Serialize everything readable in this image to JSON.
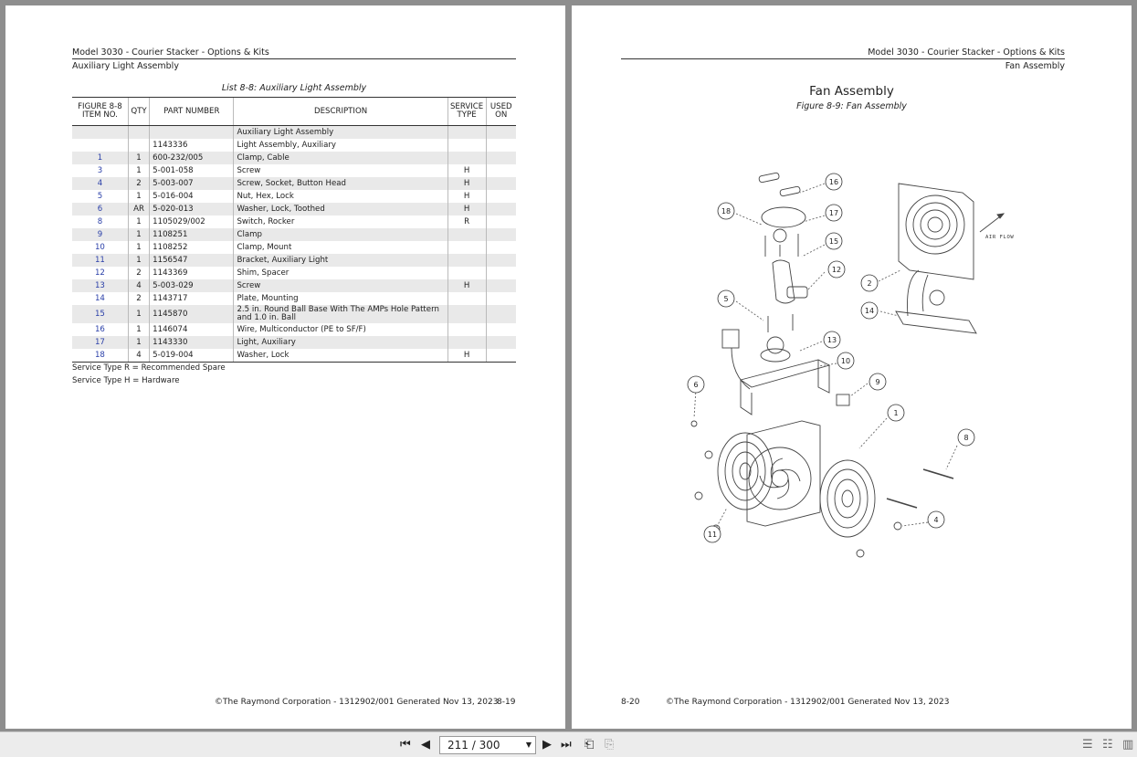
{
  "left_page": {
    "header_title": "Model 3030 - Courier Stacker - Options & Kits",
    "header_section": "Auxiliary Light Assembly",
    "list_caption": "List 8-8: Auxiliary Light Assembly",
    "columns": {
      "item_l1": "FIGURE 8-8",
      "item_l2": "ITEM NO.",
      "qty": "QTY",
      "part": "PART NUMBER",
      "desc": "DESCRIPTION",
      "svc_l1": "SERVICE",
      "svc_l2": "TYPE",
      "used_l1": "USED",
      "used_l2": "ON"
    },
    "rows": [
      {
        "item": "",
        "qty": "",
        "part": "",
        "desc": "Auxiliary Light Assembly",
        "svc": ""
      },
      {
        "item": "",
        "qty": "",
        "part": "1143336",
        "desc": "Light Assembly, Auxiliary",
        "svc": ""
      },
      {
        "item": "1",
        "qty": "1",
        "part": "600-232/005",
        "desc": "Clamp, Cable",
        "svc": ""
      },
      {
        "item": "3",
        "qty": "1",
        "part": "5-001-058",
        "desc": "Screw",
        "svc": "H"
      },
      {
        "item": "4",
        "qty": "2",
        "part": "5-003-007",
        "desc": "Screw, Socket, Button Head",
        "svc": "H"
      },
      {
        "item": "5",
        "qty": "1",
        "part": "5-016-004",
        "desc": "Nut, Hex, Lock",
        "svc": "H"
      },
      {
        "item": "6",
        "qty": "AR",
        "part": "5-020-013",
        "desc": "Washer, Lock, Toothed",
        "svc": "H"
      },
      {
        "item": "8",
        "qty": "1",
        "part": "1105029/002",
        "desc": "Switch, Rocker",
        "svc": "R"
      },
      {
        "item": "9",
        "qty": "1",
        "part": "1108251",
        "desc": "Clamp",
        "svc": ""
      },
      {
        "item": "10",
        "qty": "1",
        "part": "1108252",
        "desc": "Clamp, Mount",
        "svc": ""
      },
      {
        "item": "11",
        "qty": "1",
        "part": "1156547",
        "desc": "Bracket, Auxiliary Light",
        "svc": ""
      },
      {
        "item": "12",
        "qty": "2",
        "part": "1143369",
        "desc": "Shim, Spacer",
        "svc": ""
      },
      {
        "item": "13",
        "qty": "4",
        "part": "5-003-029",
        "desc": "Screw",
        "svc": "H"
      },
      {
        "item": "14",
        "qty": "2",
        "part": "1143717",
        "desc": "Plate, Mounting",
        "svc": ""
      },
      {
        "item": "15",
        "qty": "1",
        "part": "1145870",
        "desc": "2.5 in. Round Ball Base With The AMPs Hole Pattern and 1.0 in. Ball",
        "svc": ""
      },
      {
        "item": "16",
        "qty": "1",
        "part": "1146074",
        "desc": "Wire, Multiconductor (PE to SF/F)",
        "svc": ""
      },
      {
        "item": "17",
        "qty": "1",
        "part": "1143330",
        "desc": "Light, Auxiliary",
        "svc": ""
      },
      {
        "item": "18",
        "qty": "4",
        "part": "5-019-004",
        "desc": "Washer, Lock",
        "svc": "H"
      }
    ],
    "note_r": "Service Type R = Recommended Spare",
    "note_h": "Service Type H = Hardware",
    "footer_text": "©The Raymond Corporation - 1312902/001 Generated Nov 13, 2023",
    "page_number": "8-19"
  },
  "right_page": {
    "header_title": "Model 3030 - Courier Stacker - Options & Kits",
    "header_section": "Fan Assembly",
    "figure_title": "Fan Assembly",
    "figure_caption": "Figure 8-9: Fan Assembly",
    "airflow_label": "AIR FLOW",
    "callouts": [
      "16",
      "18",
      "17",
      "15",
      "12",
      "5",
      "2",
      "14",
      "13",
      "10",
      "9",
      "6",
      "1",
      "8",
      "4",
      "11"
    ],
    "footer_text": "©The Raymond Corporation - 1312902/001 Generated Nov 13, 2023",
    "page_number": "8-20"
  },
  "toolbar": {
    "page_indicator": "211 / 300"
  }
}
